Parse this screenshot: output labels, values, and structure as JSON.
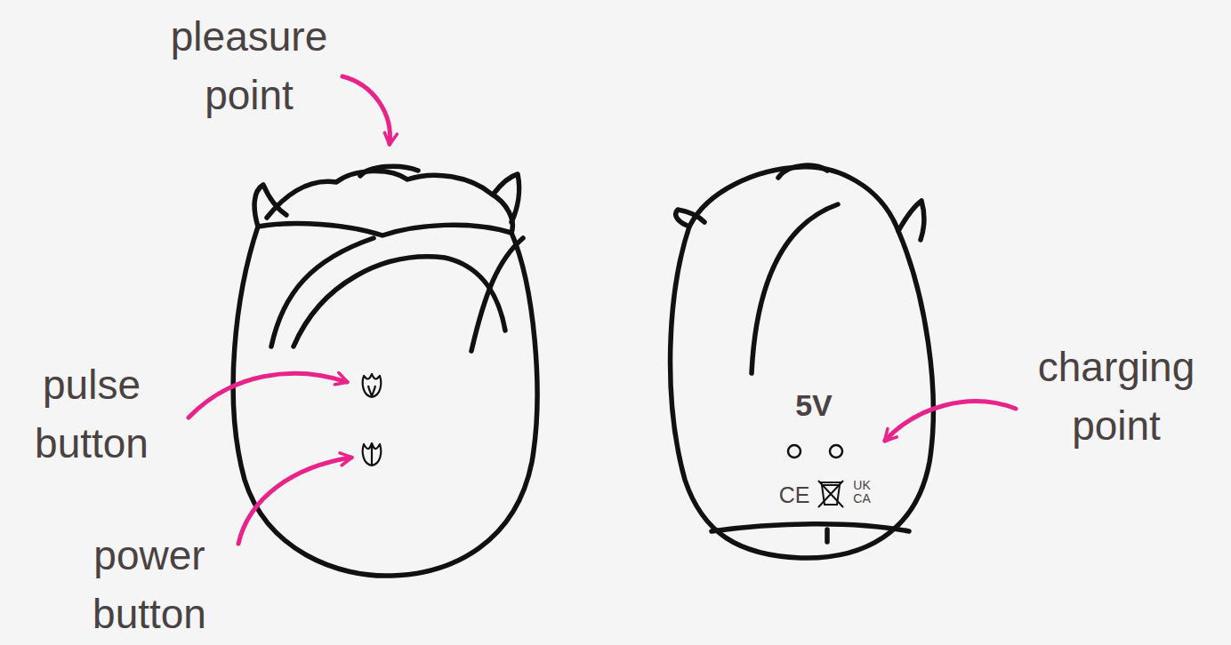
{
  "diagram": {
    "labels": [
      "pleasure point",
      "pulse button",
      "power button",
      "charging point",
      "5V",
      "CE",
      "UK CA"
    ]
  }
}
